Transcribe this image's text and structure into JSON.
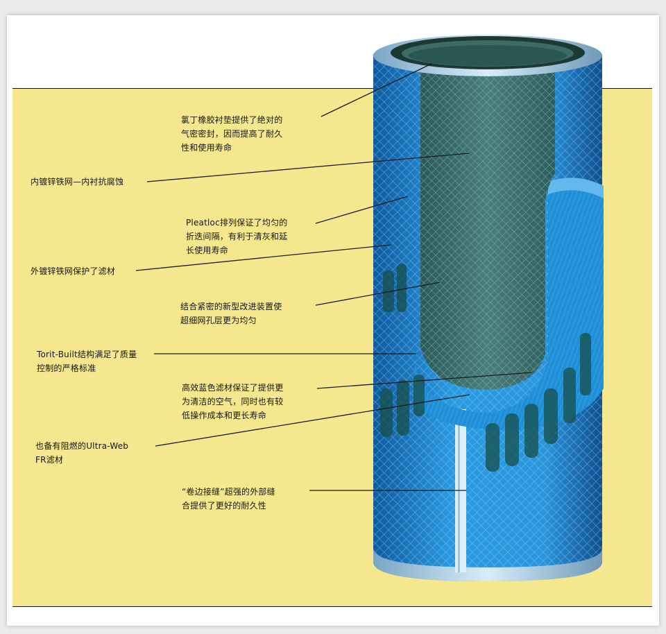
{
  "colors": {
    "page_background": "#ebebeb",
    "panel_background": "#f4e78d",
    "filter_blue": "#1f8fd8",
    "filter_blue_dark": "#1565ac",
    "inner_mesh": "#3d7070",
    "gasket": "#1c3a33",
    "leader_line": "#1a1a1a"
  },
  "callouts": [
    {
      "text": "氯丁橡胶衬垫提供了绝对的\n气密密封，因而提高了耐久\n性和使用寿命"
    },
    {
      "text": "内镀锌铁网—内衬抗腐蚀"
    },
    {
      "text": "Pleatloc排列保证了均匀的\n折迭间隔，有利于清灰和延\n长使用寿命"
    },
    {
      "text": "外镀锌铁网保护了滤材"
    },
    {
      "text": "结合紧密的新型改进装置使\n超细网孔层更为均匀"
    },
    {
      "text": "Torit-Built结构满足了质量\n控制的严格标准"
    },
    {
      "text": "高效蓝色滤材保证了提供更\n为清洁的空气，同时也有较\n低操作成本和更长寿命"
    },
    {
      "text": "也备有阻燃的Ultra-Web\nFR滤材"
    },
    {
      "text": "“卷边接缝”超强的外部缝\n合提供了更好的耐久性"
    }
  ]
}
